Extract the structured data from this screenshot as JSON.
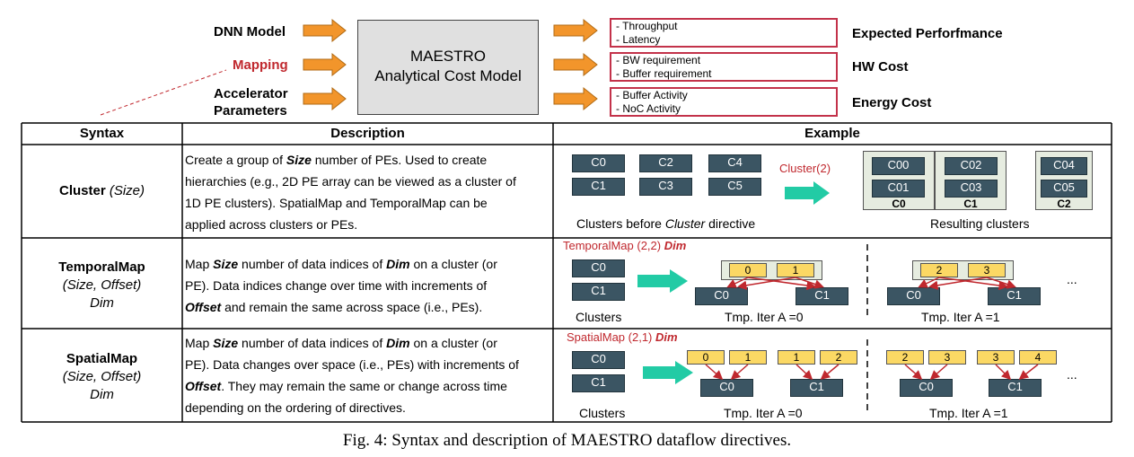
{
  "top": {
    "inputs": [
      "DNN Model",
      "Mapping",
      "Accelerator",
      "Parameters"
    ],
    "model_title_line1": "MAESTRO",
    "model_title_line2": "Analytical Cost Model",
    "outputs": [
      {
        "lines": [
          "- Throughput",
          "- Latency"
        ],
        "label": "Expected Perforfmance"
      },
      {
        "lines": [
          "- BW requirement",
          "- Buffer requirement"
        ],
        "label": "HW Cost"
      },
      {
        "lines": [
          "- Buffer Activity",
          "- NoC Activity"
        ],
        "label": "Energy Cost"
      }
    ]
  },
  "table": {
    "headers": [
      "Syntax",
      "Description",
      "Example"
    ],
    "rows": [
      {
        "syntax_name": "Cluster",
        "syntax_args": "(Size)",
        "desc_lines": [
          [
            "Create a group of ",
            "Size",
            " number of PEs. Used to create"
          ],
          [
            "hierarchies (e.g., 2D PE array can be viewed as a cluster of"
          ],
          [
            "1D PE clusters). SpatialMap and TemporalMap can be"
          ],
          [
            "applied across clusters or PEs."
          ]
        ]
      },
      {
        "syntax_name": "TemporalMap",
        "syntax_args": "(Size, Offset)",
        "syntax_dim": "Dim",
        "desc_lines": [
          [
            "Map ",
            "Size",
            " number of data indices of ",
            "Dim",
            " on a cluster (or"
          ],
          [
            "PE). Data indices change over time with increments of"
          ],
          [
            "Offset",
            " and remain the same across space (i.e., PEs)."
          ]
        ]
      },
      {
        "syntax_name": "SpatialMap",
        "syntax_args": "(Size, Offset)",
        "syntax_dim": "Dim",
        "desc_lines": [
          [
            "Map ",
            "Size",
            " number of data indices of ",
            "Dim",
            " on a cluster (or"
          ],
          [
            "PE). Data changes over space (i.e., PEs) with increments of"
          ],
          [
            "Offset",
            ". They may remain the same or change across time"
          ],
          [
            "depending on the ordering of directives."
          ]
        ]
      }
    ]
  },
  "example": {
    "cluster": {
      "clusters": [
        "C0",
        "C1",
        "C2",
        "C3",
        "C4",
        "C5"
      ],
      "directive": "Cluster(2)",
      "caption_before_pre": "Clusters before ",
      "caption_before_em": "Cluster",
      "caption_before_post": " directive",
      "result_inner": [
        "C00",
        "C01",
        "C02",
        "C03",
        "C04",
        "C05"
      ],
      "result_groups": [
        "C0",
        "C1",
        "C2"
      ],
      "caption_after": "Resulting clusters"
    },
    "temporal": {
      "directive_pre": "TemporalMap (2,2) ",
      "directive_dim": "Dim",
      "clusters": [
        "C0",
        "C1"
      ],
      "iter0_data": [
        "0",
        "1"
      ],
      "iter1_data": [
        "2",
        "3"
      ],
      "caption_clusters": "Clusters",
      "caption_iter0": "Tmp. Iter A =0",
      "caption_iter1": "Tmp. Iter A =1",
      "ellipsis": "..."
    },
    "spatial": {
      "directive_pre": "SpatialMap (2,1) ",
      "directive_dim": "Dim",
      "clusters": [
        "C0",
        "C1"
      ],
      "iter0_data": [
        "0",
        "1",
        "1",
        "2"
      ],
      "iter1_data": [
        "2",
        "3",
        "3",
        "4"
      ],
      "caption_clusters": "Clusters",
      "caption_iter0": "Tmp. Iter A =0",
      "caption_iter1": "Tmp. Iter A =1",
      "ellipsis": "..."
    }
  },
  "caption": "Fig. 4: Syntax and description of MAESTRO dataflow directives.",
  "colors": {
    "arrow_orange": "#f2952b",
    "arrow_teal": "#22cba5",
    "cluster_fill": "#3b5563",
    "data_fill": "#fbd864",
    "output_border": "#c3324a",
    "red_text": "#c0282e"
  }
}
